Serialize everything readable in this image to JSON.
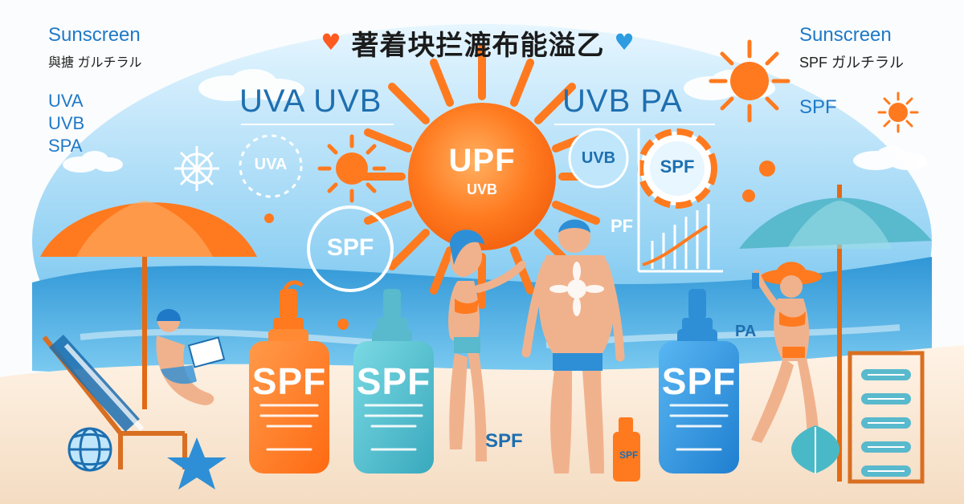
{
  "title": {
    "text": "著着块拦漉布能溢乙",
    "heart_left_color": "#ff5a1f",
    "heart_right_color": "#2d9ce0"
  },
  "left_panel": {
    "heading": "Sunscreen",
    "subheading": "與搪 ガルチラル",
    "list": [
      "UVA",
      "UVB",
      "SPA"
    ]
  },
  "right_panel": {
    "heading": "Sunscreen",
    "subheading": "SPF ガルチラル",
    "label": "SPF"
  },
  "headers": {
    "left": "UVA UVB",
    "right": "UVB PA"
  },
  "center": {
    "sun_main": "UPF",
    "sun_sub": "UVB"
  },
  "badges": {
    "uva": "UVA",
    "uvb": "UVB",
    "spf_ring": "SPF",
    "spf_circle": "SPF",
    "pf": "PF",
    "pa_side": "PA",
    "sand_spf": "SPF",
    "small_bottle": "SPF"
  },
  "bottles": [
    {
      "label": "SPF",
      "color": "#ff7a1f",
      "cap": "#ff7a1f"
    },
    {
      "label": "SPF",
      "color": "#4ab9c7",
      "cap": "#4ab9c7"
    },
    {
      "label": "SPF",
      "color": "#2e8fd6",
      "cap": "#2e8fd6"
    }
  ],
  "colors": {
    "sky": "#5ab3e6",
    "sea": "#2f96d6",
    "sand": "#f7e6cf",
    "orange": "#ff7a1f",
    "blue": "#1e6fb0"
  }
}
